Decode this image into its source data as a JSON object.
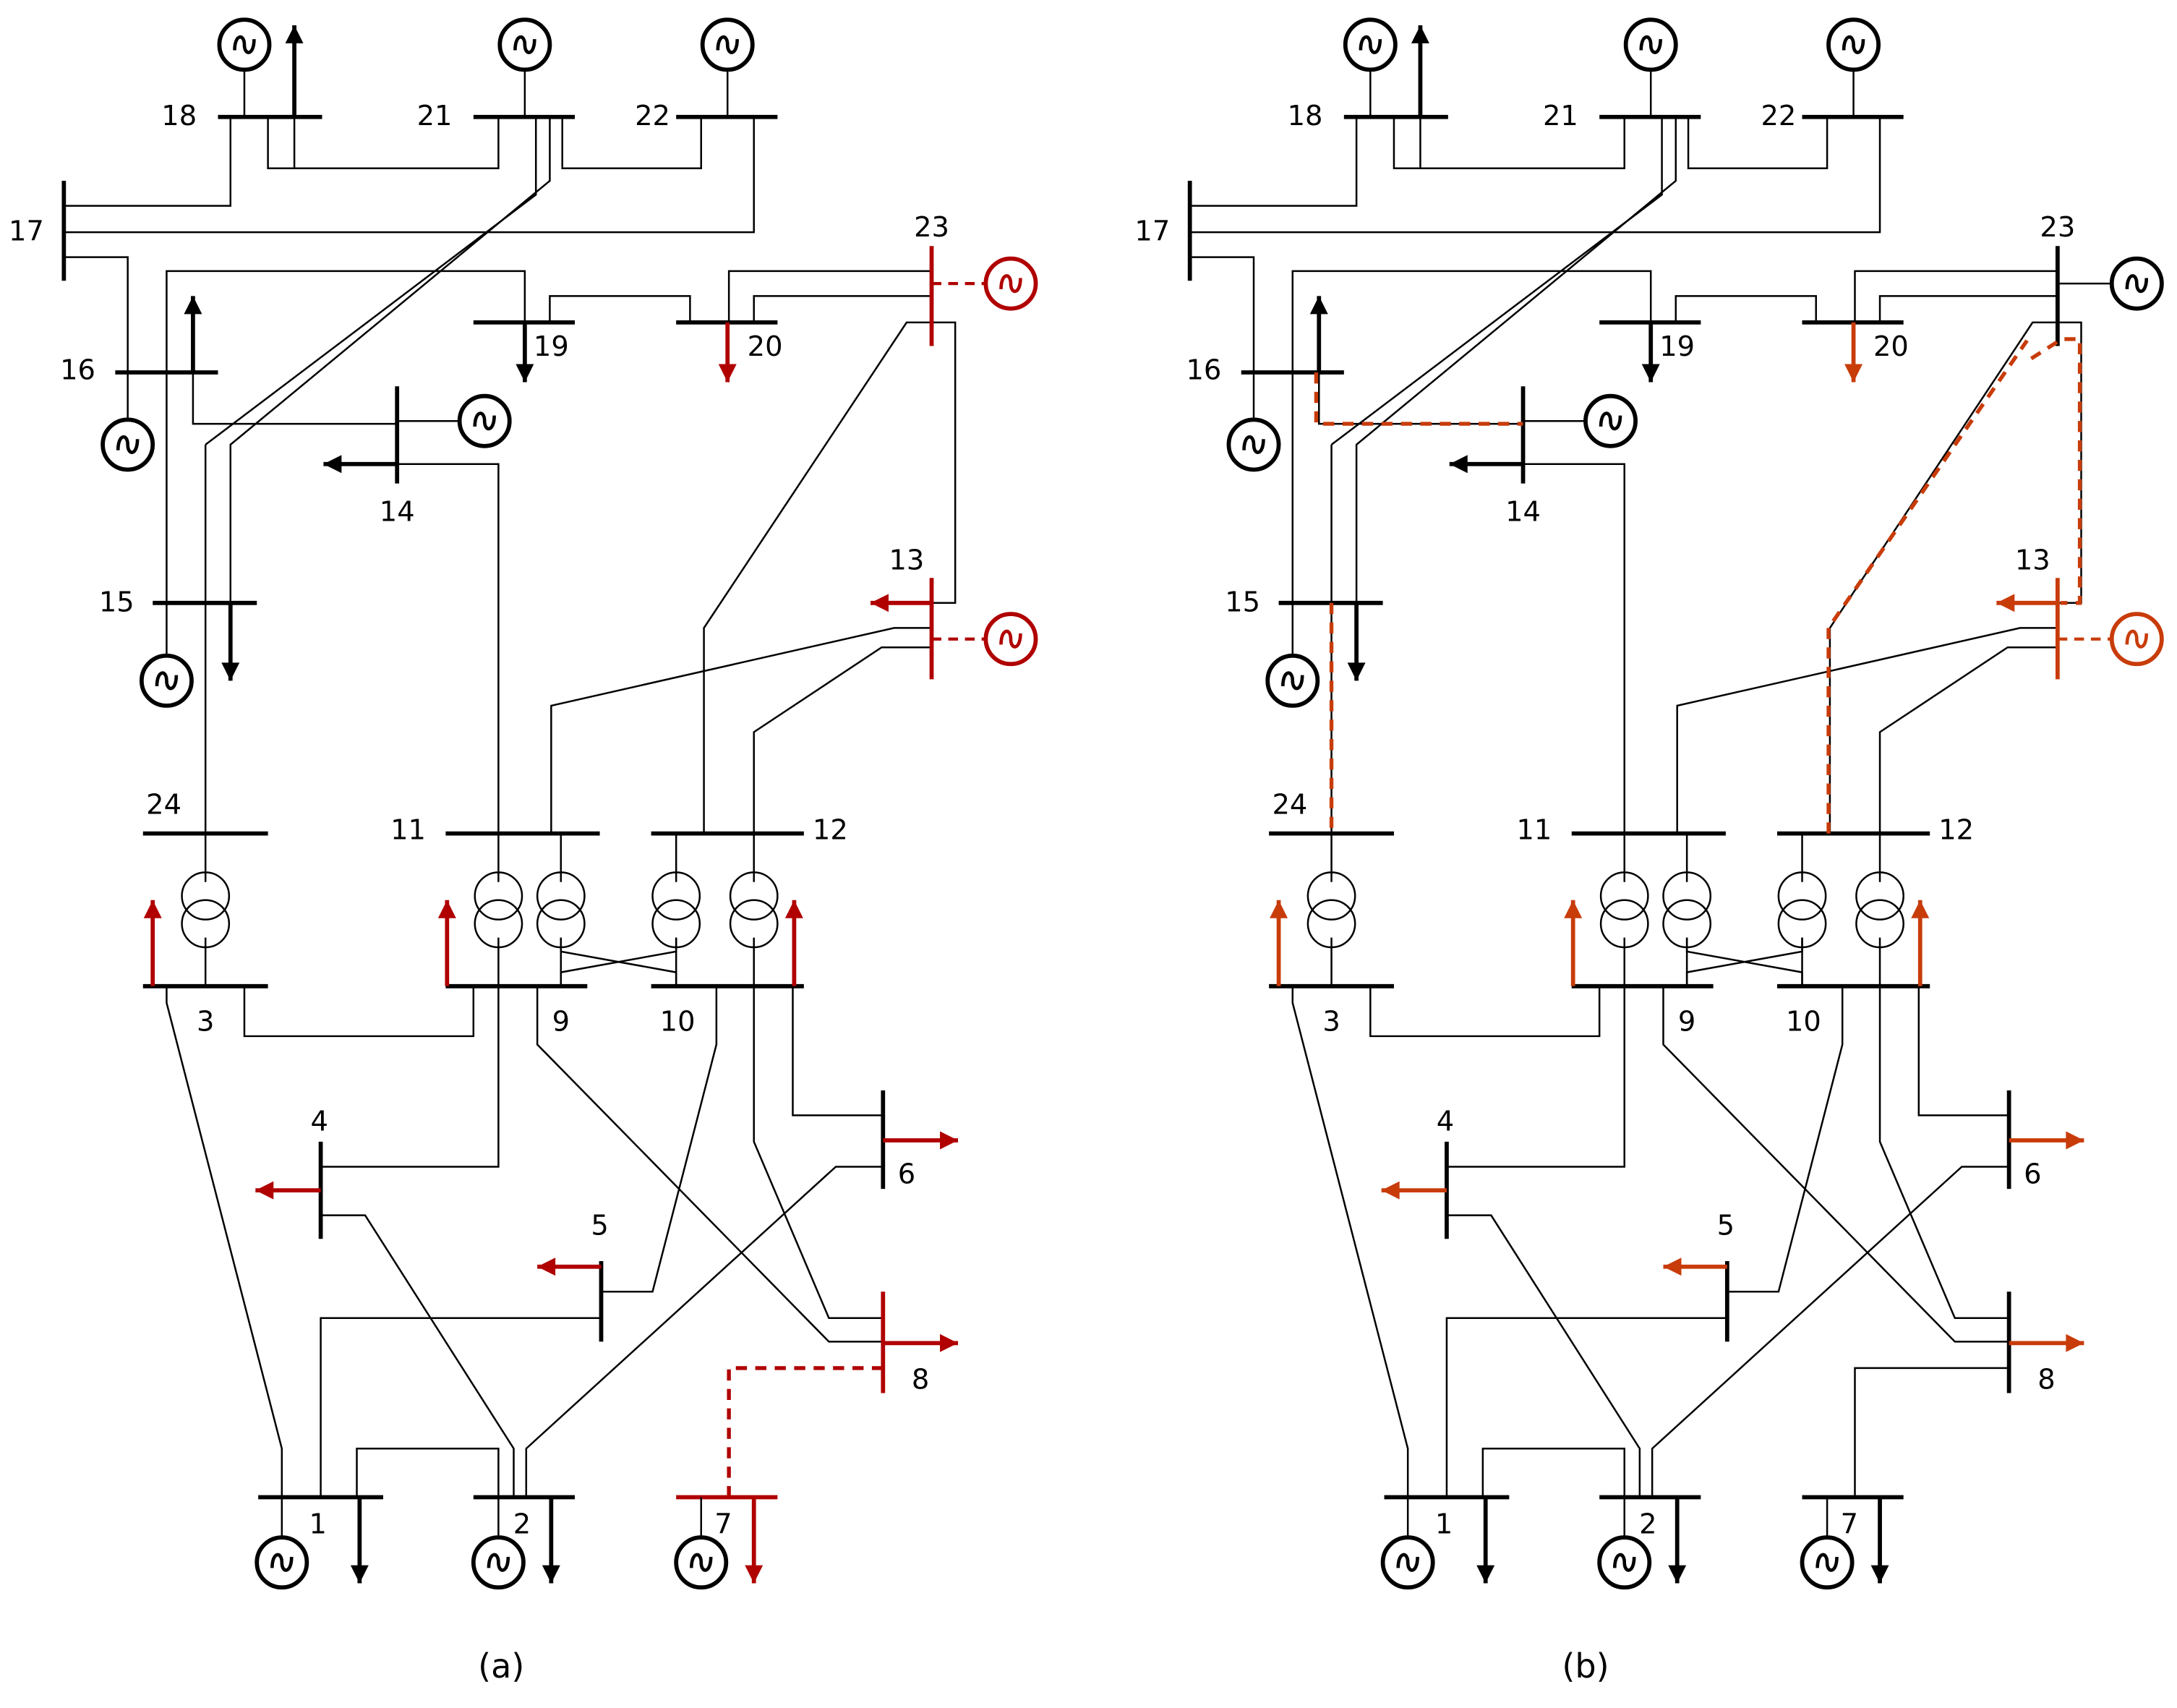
{
  "colors": {
    "ink": "#000000",
    "highlight_a": "#b00000",
    "highlight_b": "#c83c0a"
  },
  "panels": [
    {
      "caption": "(a)",
      "bus_labels": {
        "1": "1",
        "2": "2",
        "3": "3",
        "4": "4",
        "5": "5",
        "6": "6",
        "7": "7",
        "8": "8",
        "9": "9",
        "10": "10",
        "11": "11",
        "12": "12",
        "13": "13",
        "14": "14",
        "15": "15",
        "16": "16",
        "17": "17",
        "18": "18",
        "19": "19",
        "20": "20",
        "21": "21",
        "22": "22",
        "23": "23",
        "24": "24"
      },
      "highlighted_buses": [
        "7",
        "8",
        "13",
        "23"
      ],
      "highlighted_loads": [
        "3",
        "4",
        "5",
        "6",
        "7",
        "8",
        "9",
        "10",
        "13",
        "20"
      ],
      "highlighted_generators": [
        "13",
        "23"
      ],
      "islanded_branches": [
        "7-8",
        "13-gen",
        "23-gen"
      ]
    },
    {
      "caption": "(b)",
      "bus_labels": {
        "1": "1",
        "2": "2",
        "3": "3",
        "4": "4",
        "5": "5",
        "6": "6",
        "7": "7",
        "8": "8",
        "9": "9",
        "10": "10",
        "11": "11",
        "12": "12",
        "13": "13",
        "14": "14",
        "15": "15",
        "16": "16",
        "17": "17",
        "18": "18",
        "19": "19",
        "20": "20",
        "21": "21",
        "22": "22",
        "23": "23",
        "24": "24"
      },
      "highlighted_buses": [
        "13"
      ],
      "highlighted_loads": [
        "3",
        "4",
        "5",
        "6",
        "8",
        "9",
        "10",
        "13",
        "20"
      ],
      "highlighted_generators": [
        "13"
      ],
      "islanded_branches": [
        "13-gen",
        "15-24",
        "16-14",
        "12-23",
        "13-23"
      ]
    }
  ]
}
